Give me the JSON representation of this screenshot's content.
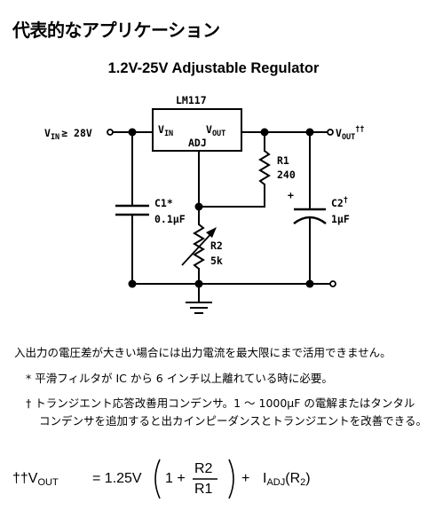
{
  "heading": "代表的なアプリケーション",
  "subtitle": "1.2V-25V Adjustable Regulator",
  "circuit": {
    "ic_name": "LM117",
    "pin_vin": "V",
    "pin_vin_sub": "IN",
    "pin_vout": "V",
    "pin_vout_sub": "OUT",
    "pin_adj": "ADJ",
    "input_label_v": "V",
    "input_label_sub": "IN",
    "input_label_rest": "≥ 28V",
    "output_label_v": "V",
    "output_label_sub": "OUT",
    "output_label_sup": "††",
    "r1_name": "R1",
    "r1_value": "240",
    "r2_name": "R2",
    "r2_value": "5k",
    "c1_name": "C1*",
    "c1_value": "0.1μF",
    "c2_name": "C2",
    "c2_sup": "†",
    "c2_value": "1μF",
    "c2_polarity": "+"
  },
  "notes": {
    "line1": "入出力の電圧差が大きい場合には出力電流を最大限にまで活用できません。",
    "line2": "* 平滑フィルタが IC から 6 インチ以上離れている時に必要。",
    "line3": "† トランジエント応答改善用コンデンサ。1 ～ 1000μF の電解またはタンタル",
    "line3b": "コンデンサを追加すると出カインピーダンスとトランジエントを改善できる。"
  },
  "formula": {
    "prefix": "††V",
    "prefix_sub": "OUT",
    "eq": "= 1.25V",
    "one": "1 +",
    "num": "R2",
    "den": "R1",
    "plus": "+",
    "iadj": "I",
    "iadj_sub": "ADJ",
    "r2_open": "(R",
    "r2_sub": "2",
    "r2_close": ")"
  }
}
